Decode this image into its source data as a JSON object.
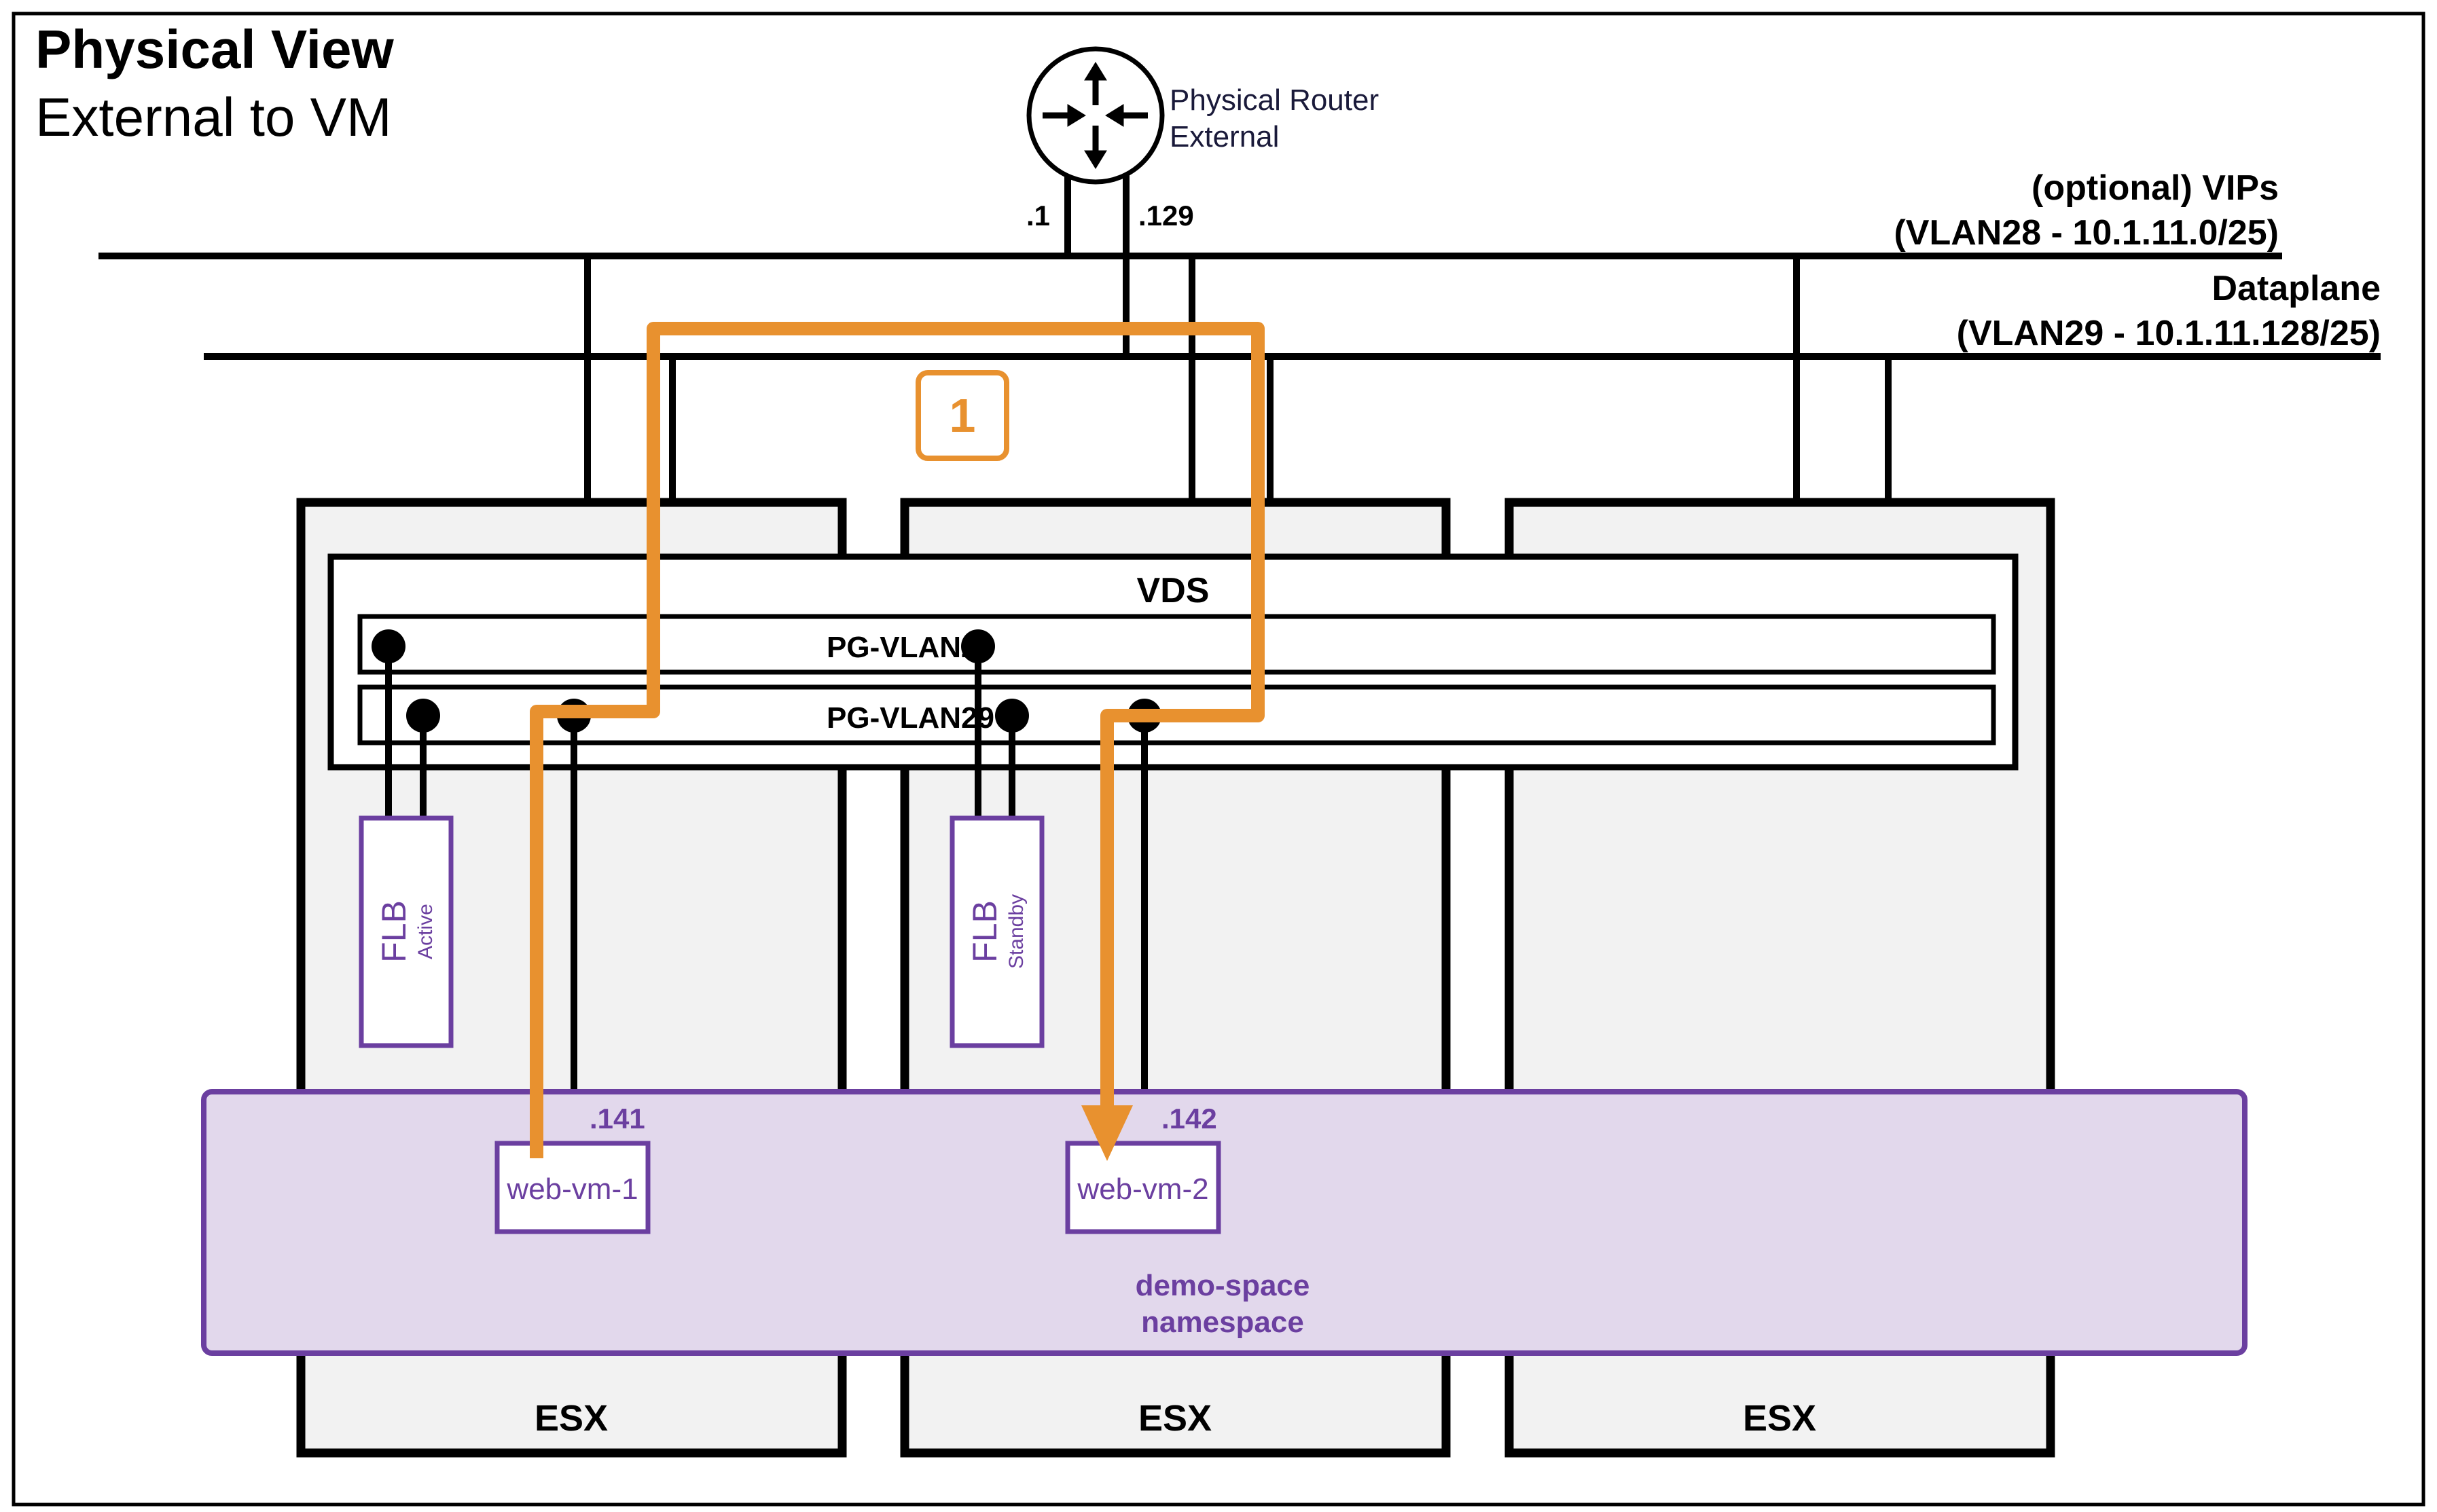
{
  "title": "Physical View",
  "subtitle": "External to VM",
  "router": {
    "label_line1": "Physical Router",
    "label_line2": "External",
    "port_left": ".1",
    "port_right": ".129"
  },
  "networks": {
    "vips": {
      "line1": "(optional) VIPs",
      "line2": "(VLAN28 - 10.1.11.0/25)"
    },
    "dataplane": {
      "line1": "Dataplane",
      "line2": "(VLAN29 - 10.1.11.128/25)"
    }
  },
  "step_badge": "1",
  "vds": {
    "label": "VDS",
    "pg1": "PG-VLAN28",
    "pg2": "PG-VLAN29"
  },
  "flb_active": {
    "name": "FLB",
    "state": "Active"
  },
  "flb_standby": {
    "name": "FLB",
    "state": "Standby"
  },
  "vms": [
    {
      "name": "web-vm-1",
      "ip": ".141"
    },
    {
      "name": "web-vm-2",
      "ip": ".142"
    }
  ],
  "namespace": {
    "line1": "demo-space",
    "line2": "namespace"
  },
  "hosts": [
    "ESX",
    "ESX",
    "ESX"
  ],
  "colors": {
    "flow": "#E8912F",
    "purple": "#6B3FA0",
    "namespace_fill": "#E2D8EC",
    "host_fill": "#F2F2F2",
    "line": "#000000"
  }
}
